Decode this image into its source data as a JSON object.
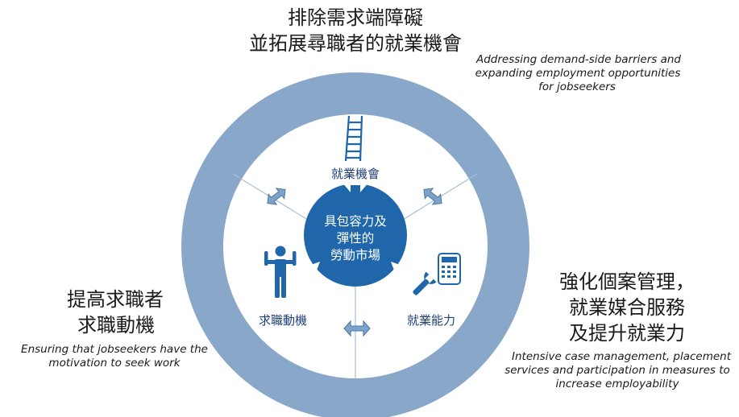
{
  "top": {
    "title_line1": "排除需求端障礙",
    "title_line2": "並拓展尋職者的就業機會",
    "subtitle_line1": "Addressing demand-side barriers and",
    "subtitle_line2": "expanding employment opportunities",
    "subtitle_line3": "for jobseekers"
  },
  "left": {
    "title_line1": "提高求職者",
    "title_line2": "求職動機",
    "subtitle_line1": "Ensuring that jobseekers have the",
    "subtitle_line2": "motivation to seek work"
  },
  "right": {
    "title_line1": "強化個案管理，",
    "title_line2": "就業媒合服務",
    "title_line3": "及提升就業力",
    "subtitle_line1": "Intensive case management, placement",
    "subtitle_line2": "services and participation in measures to",
    "subtitle_line3": "increase employability"
  },
  "inner": {
    "opportunity": "就業機會",
    "motivation": "求職動機",
    "capability": "就業能力"
  },
  "center": {
    "line1": "具包容力及",
    "line2": "彈性的",
    "line3": "勞動市場"
  },
  "icons": [
    "ladder-icon",
    "person-arms-raised-icon",
    "wrench-icon",
    "tablet-calculator-icon"
  ],
  "colors": {
    "ring": "#88a7c9",
    "center": "#1f67aa",
    "label": "#1f3f7a",
    "arrow_fill": "#7fa3c8",
    "arrow_stroke": "#4a76a8"
  }
}
